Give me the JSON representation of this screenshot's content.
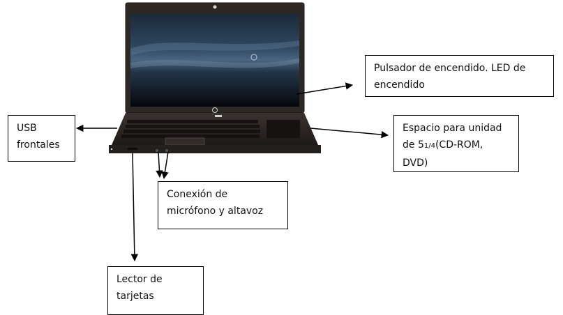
{
  "diagram": {
    "subject": "HP laptop (front view)",
    "colors": {
      "chassis": "#2b2623",
      "screen_bg": "#0d141c",
      "screen_wave": "#3f5a73",
      "border": "#000000",
      "arrow": "#000000"
    },
    "labels": {
      "power": {
        "line1": "Pulsador de encendido. LED de",
        "line2": "encendido"
      },
      "drive": {
        "line1": "Espacio para unidad",
        "line2_prefix": "de 5",
        "line2_fraction": "1/4",
        "line2_suffix": "(CD-ROM,",
        "line3": "DVD)"
      },
      "usb": {
        "line1": "USB",
        "line2": "frontales"
      },
      "audio": {
        "line1": "Conexión de",
        "line2": "micrófono y altavoz"
      },
      "card_reader": {
        "line1": "Lector de",
        "line2": "tarjetas"
      }
    },
    "icons": [
      "hp-logo-icon",
      "webcam-icon"
    ]
  }
}
